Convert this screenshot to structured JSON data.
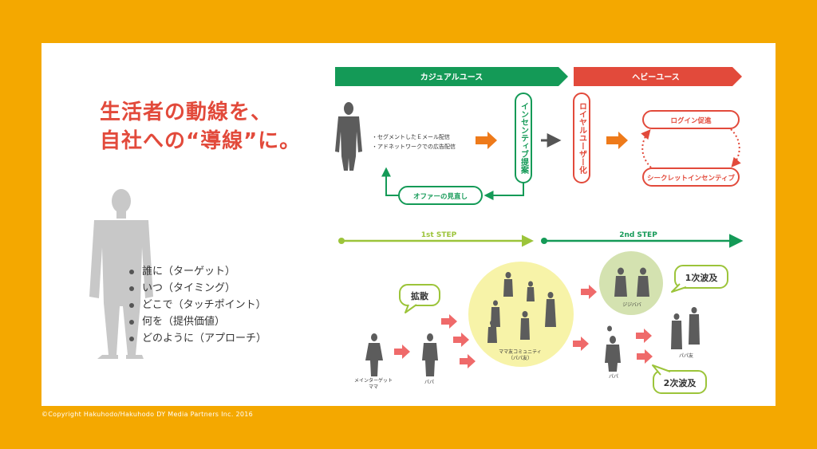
{
  "headline": {
    "line1": "生活者の動線を、",
    "line2": "自社への“導線”に。"
  },
  "questions": [
    "誰に（ターゲット）",
    "いつ（タイミング）",
    "どこで（タッチポイント）",
    "何を（提供価値）",
    "どのように（アプローチ）"
  ],
  "phases": {
    "casual": "カジュアルユース",
    "heavy": "ヘビーユース"
  },
  "flow": {
    "bullet1": "・セグメントしたＥメール配信",
    "bullet2": "・アドネットワークでの広告配信",
    "incentive": "インセンティブ提案",
    "loyal": "ロイヤルユーザー化",
    "offer_review": "オファーの見直し",
    "login": "ログイン促進",
    "secret": "シークレットインセンティブ"
  },
  "steps": {
    "first": "1st STEP",
    "second": "2nd STEP"
  },
  "bubbles": {
    "spread": "拡散",
    "wave1": "1次波及",
    "wave2": "2次波及"
  },
  "labels": {
    "main_target_1": "メインターゲット",
    "main_target_2": "ママ",
    "papa": "パパ",
    "mama_community_1": "ママ友コミュニティ",
    "mama_community_2": "（パパ友）",
    "grandparents": "ジジババ",
    "papa2": "パパ",
    "papa_friends": "パパ友"
  },
  "copyright": "©Copyright Hakuhodo/Hakuhodo DY Media Partners Inc. 2016",
  "colors": {
    "background": "#F4A800",
    "green": "#149A57",
    "red": "#E24A3B",
    "orange": "#EE7A1A",
    "lime": "#9CC43A",
    "yellow_circle": "#F7F3A8",
    "sage_circle": "#D4E2B0",
    "pink_arrow": "#EF6A6A",
    "silhouette": "#C8C8C8",
    "dark_silhouette": "#5C5C5C"
  }
}
